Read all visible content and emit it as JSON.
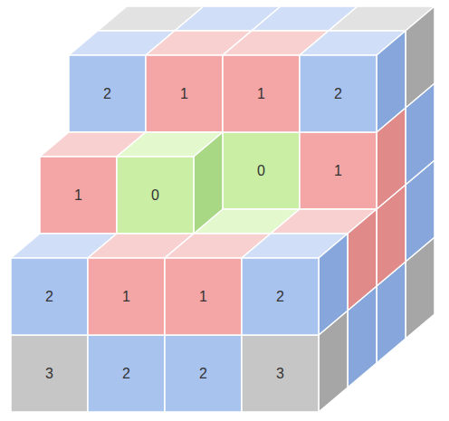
{
  "diagram": {
    "nodes": [
      {
        "text": [
          "2"
        ]
      },
      {
        "text": [
          "1"
        ]
      },
      {
        "text": [
          "1"
        ]
      },
      {
        "text": [
          "2"
        ]
      },
      {
        "text": [
          "1"
        ]
      },
      {
        "text": [
          "0"
        ]
      },
      {
        "text": [
          "0"
        ]
      },
      {
        "text": [
          "1"
        ]
      },
      {
        "text": [
          "2"
        ]
      },
      {
        "text": [
          "1"
        ]
      },
      {
        "text": [
          "1"
        ]
      },
      {
        "text": [
          "2"
        ]
      },
      {
        "text": [
          "3"
        ]
      },
      {
        "text": [
          "2"
        ]
      },
      {
        "text": [
          "2"
        ]
      },
      {
        "text": [
          "3"
        ]
      }
    ]
  }
}
